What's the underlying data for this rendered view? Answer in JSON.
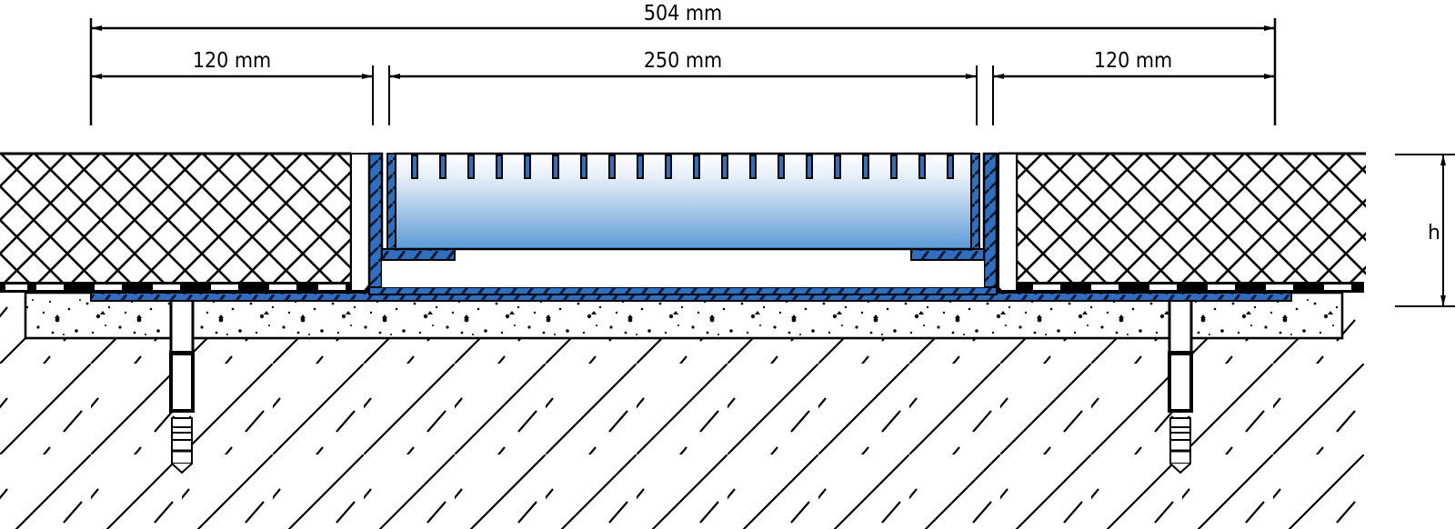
{
  "diagram": {
    "type": "technical cross-section",
    "subject": "floor drainage channel installation",
    "dimensions": {
      "overall": {
        "label": "504 mm",
        "value_mm": 504
      },
      "left_flange": {
        "label": "120 mm",
        "value_mm": 120
      },
      "channel_width": {
        "label": "250 mm",
        "value_mm": 250
      },
      "right_flange": {
        "label": "120 mm",
        "value_mm": 120
      },
      "height": {
        "label": "h"
      }
    },
    "layers": [
      {
        "name": "insulation / tile layer",
        "pattern": "cross-hatch"
      },
      {
        "name": "bonding strip",
        "pattern": "black-white dashes"
      },
      {
        "name": "channel flange",
        "pattern": "blue hatch"
      },
      {
        "name": "screed / concrete",
        "pattern": "speckled"
      },
      {
        "name": "subsoil / substrate",
        "pattern": "diagonal dashed hatch"
      }
    ],
    "components": [
      {
        "name": "channel body",
        "color": "#2f6fc0"
      },
      {
        "name": "grating",
        "fill_top": "#ffffff",
        "fill_bottom": "#5a9bd8"
      },
      {
        "name": "left anchor"
      },
      {
        "name": "right anchor"
      }
    ],
    "colors": {
      "steel_blue": "#2f6fc0",
      "grating_top": "#ffffff",
      "grating_bottom": "#5b9ad6",
      "line": "#000000",
      "background": "#ffffff"
    }
  }
}
